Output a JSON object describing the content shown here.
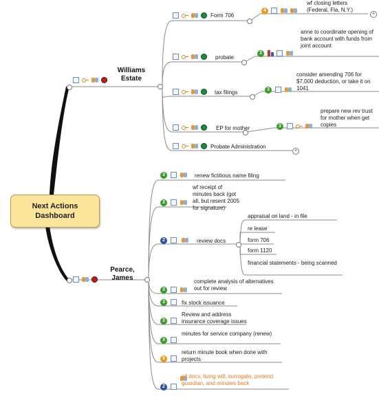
{
  "root": {
    "title": "Next Actions Dashboard"
  },
  "williams": {
    "label": "Williams Estate",
    "children": [
      {
        "label": "Form 706",
        "child": "wf closing letters (Federal, Fla, N.Y.)"
      },
      {
        "label": "probate",
        "child": "anne to coordinate opening of bank account with funds from joint account"
      },
      {
        "label": "tax filings",
        "child": "consider amending 706 for $7,000 deduction, or take it on 1041"
      },
      {
        "label": "EP for mother",
        "child": "prepare new rev trust for mother when get copies"
      },
      {
        "label": "Probate Administration"
      }
    ]
  },
  "pearce": {
    "label": "Pearce, James",
    "items": [
      {
        "label": "renew fictitious name filing",
        "priority": "3"
      },
      {
        "label": "wf receipt of minutes back (got all, but resent 2005 for signature)",
        "priority": "3"
      },
      {
        "label": "review docs",
        "priority": "2",
        "children": [
          "appraisal on land - in file",
          "re lease",
          "form 706",
          "form 1120",
          "financial statements - being scanned"
        ]
      },
      {
        "label": "complete analysis of alternatives out for review",
        "priority": "3"
      },
      {
        "label": "fix stock issuance",
        "priority": "3"
      },
      {
        "label": "Review and address insurance coverage issues",
        "priority": "3"
      },
      {
        "label": "minutes for service company (renew)",
        "priority": "3"
      },
      {
        "label": "return minute book when done with projects",
        "priority": "5"
      },
      {
        "label": "wf docs, living will, surrogate, pretend guardian, and minutes back",
        "priority": "2"
      }
    ]
  },
  "colors": {
    "root_fill": "#fce49a",
    "highlight_text": "#f07820",
    "priority_green": "#3a9a2a",
    "priority_blue": "#2a4fa8",
    "priority_orange": "#e89a1a"
  }
}
